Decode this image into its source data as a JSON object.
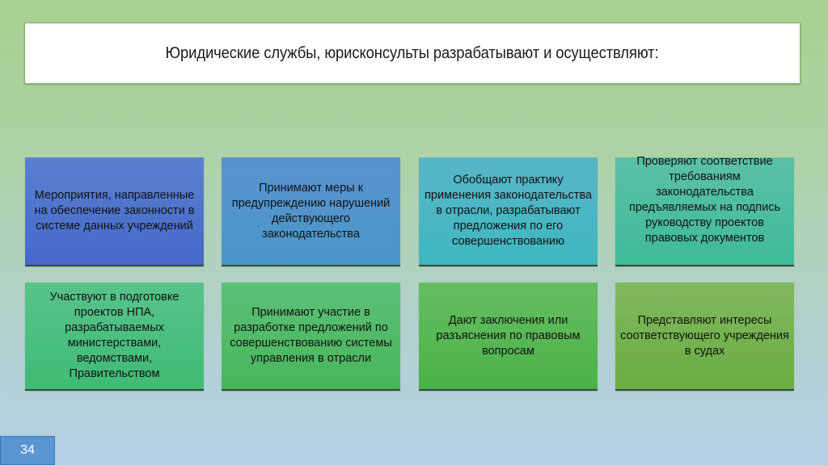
{
  "slide": {
    "title": "Юридические службы, юрисконсульты разрабатывают и осуществляют:",
    "page_number": "34"
  },
  "colors": {
    "background_top": "#a6d190",
    "background_bottom": "#b4d0e6",
    "page_number_bg": "#5b95d4"
  },
  "cards": [
    {
      "text": "Мероприятия, направленные на обеспечение законности в системе данных учреждений",
      "color_top": "#5b80cf",
      "color_bottom": "#4468c9"
    },
    {
      "text": "Принимают меры к предупреждению нарушений действующего законодательства",
      "color_top": "#5a93cf",
      "color_bottom": "#4a96c6"
    },
    {
      "text": "Обобщают практику применения законодательства в отрасли, разрабатывают предложения по его совершенствованию",
      "color_top": "#58b5c6",
      "color_bottom": "#3fb8c0"
    },
    {
      "text": "Проверяют соответствие требованиям законодательства предъявляемых на подпись руководству проектов правовых документов",
      "color_top": "#5cc0a6",
      "color_bottom": "#3fbb98"
    },
    {
      "text": "Участвуют в подготовке проектов НПА, разрабатываемых министерствами, ведомствами, Правительством",
      "color_top": "#58c38c",
      "color_bottom": "#3fbb74"
    },
    {
      "text": "Принимают участие в разработке предложений по совершенствованию системы управления в отрасли",
      "color_top": "#5cc078",
      "color_bottom": "#48b65a"
    },
    {
      "text": "Дают заключения или разъяснения по правовым вопросам",
      "color_top": "#66bd62",
      "color_bottom": "#4bb247"
    },
    {
      "text": "Представляют интересы соответствующего учреждения в судах",
      "color_top": "#80b85e",
      "color_bottom": "#6aad41"
    }
  ]
}
